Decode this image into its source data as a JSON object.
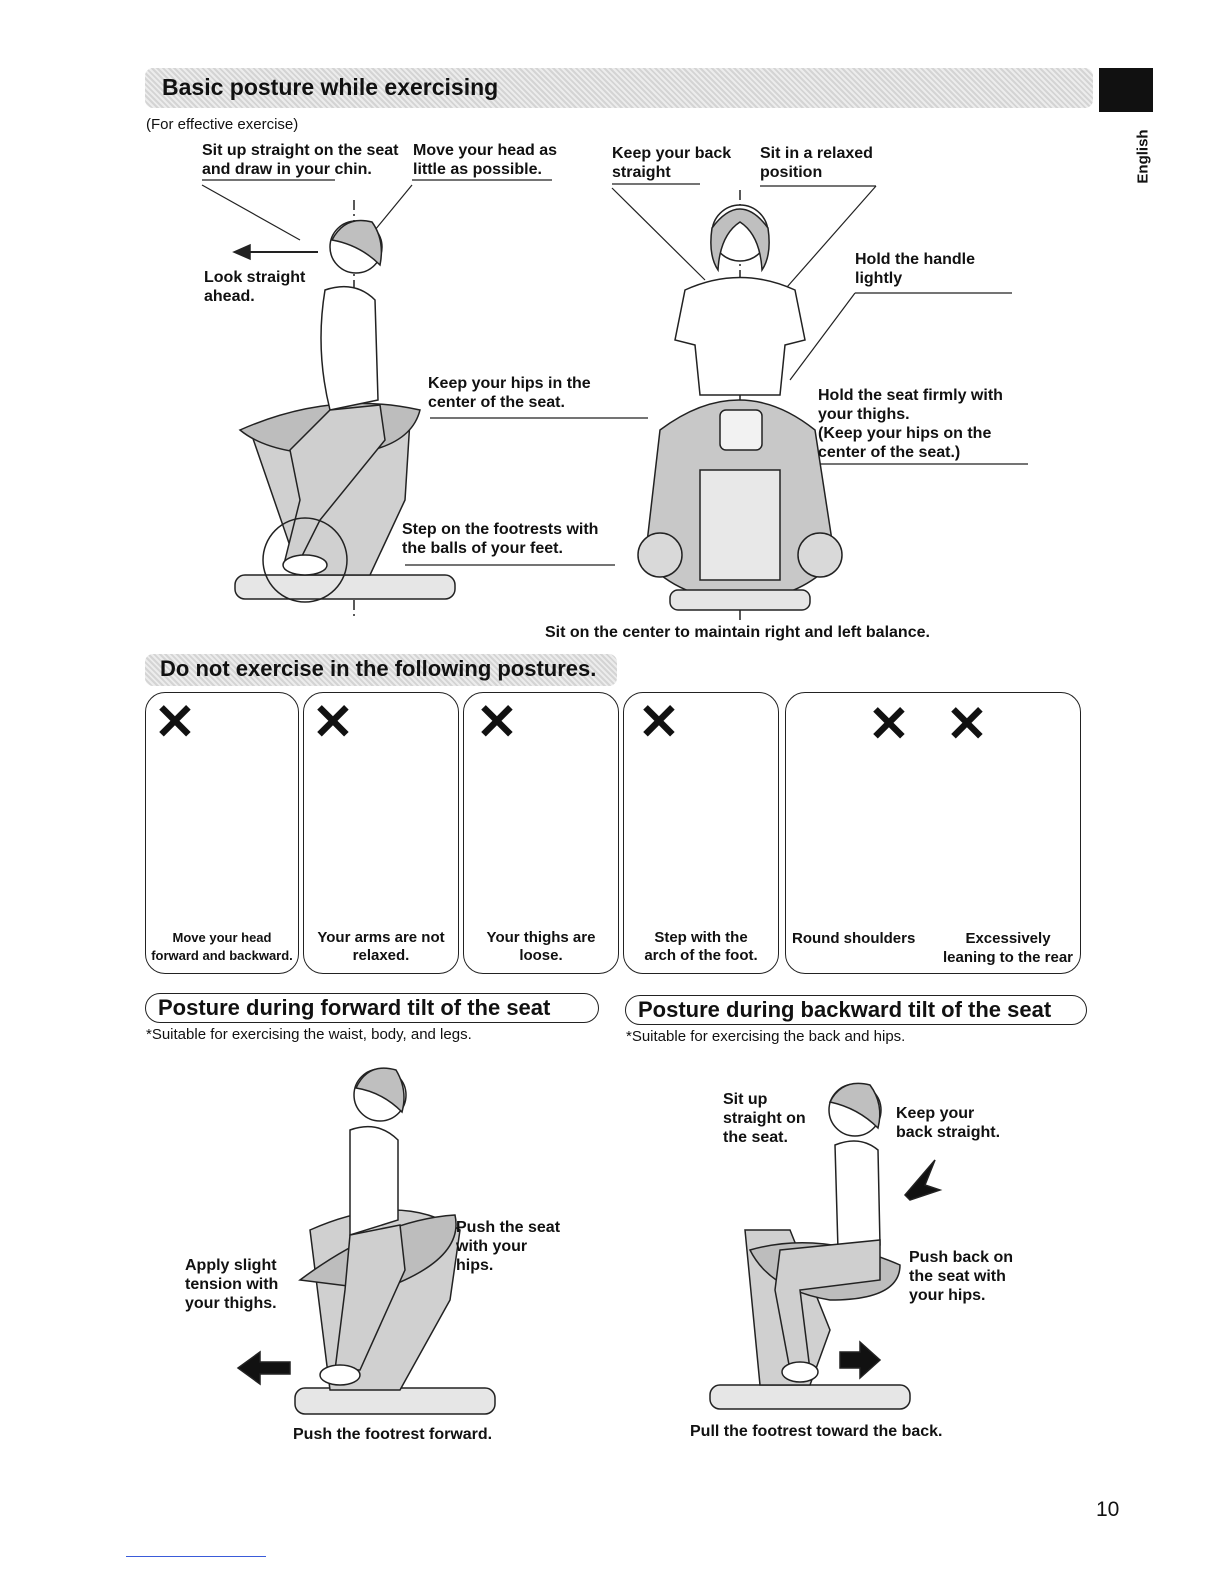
{
  "header": {
    "title": "Basic posture while exercising",
    "subtitle": "(For effective exercise)",
    "language_tab": "English"
  },
  "basic_posture": {
    "labels": {
      "sit_up": "Sit up straight on the seat\nand draw in your chin.",
      "move_head": "Move your head as\nlittle as possible.",
      "look_ahead": "Look straight\nahead.",
      "hips_center": "Keep your hips in the\ncenter of the seat.",
      "footrests": "Step on the footrests with\nthe balls of your feet.",
      "back_straight": "Keep your back\nstraight",
      "relaxed": "Sit in a relaxed\nposition",
      "handle": "Hold the handle\nlightly",
      "hold_seat": "Hold the seat firmly with\nyour thighs.\n(Keep your hips on the\ncenter of the seat.)",
      "balance": "Sit on the center to maintain right and left balance."
    }
  },
  "donot": {
    "title": "Do not exercise in the following postures.",
    "panels": [
      {
        "caption": "Move your head\nforward and backward."
      },
      {
        "caption": "Your arms are not\nrelaxed."
      },
      {
        "caption": "Your thighs are\nloose."
      },
      {
        "caption": "Step with the\narch of the foot."
      },
      {
        "caption_left": "Round shoulders",
        "caption_right": "Excessively\nleaning to the rear"
      }
    ],
    "x_glyph": "✕"
  },
  "forward_tilt": {
    "title": "Posture during forward tilt of the seat",
    "note": "*Suitable for exercising the waist, body, and legs.",
    "labels": {
      "push_seat": "Push the seat\nwith your\nhips.",
      "apply_tension": "Apply slight\ntension with\nyour thighs.",
      "push_footrest": "Push the footrest forward."
    }
  },
  "backward_tilt": {
    "title": "Posture during backward tilt of the seat",
    "note": "*Suitable for exercising the back and hips.",
    "labels": {
      "sit_up": "Sit up\nstraight on\nthe seat.",
      "keep_back": "Keep your\nback straight.",
      "push_back": "Push back on\nthe seat with\nyour hips.",
      "pull_footrest": "Pull the footrest toward the back."
    }
  },
  "page_number": "10"
}
